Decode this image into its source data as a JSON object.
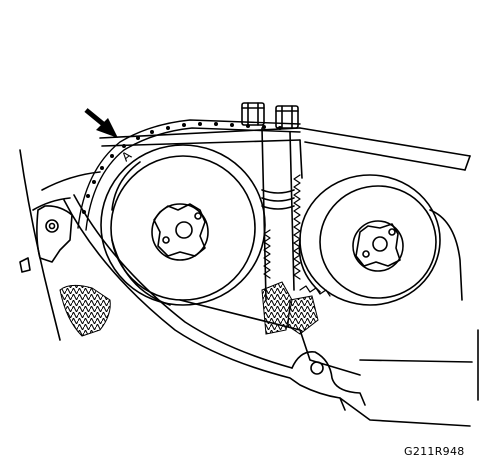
{
  "figure": {
    "callout_mark": "A",
    "code": "G211R948"
  },
  "colors": {
    "line": "#000000",
    "background": "#ffffff"
  },
  "parts": {
    "camshaft_gears": 2,
    "guide_bolts": 2
  }
}
